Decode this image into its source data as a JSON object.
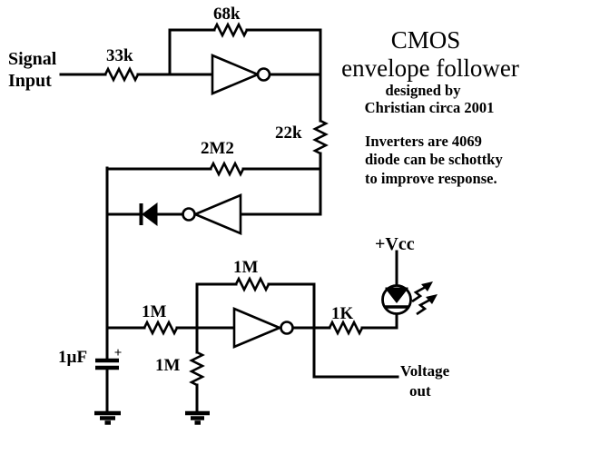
{
  "page": {
    "background": "#ffffff",
    "ink": "#000000"
  },
  "title": {
    "line1": "CMOS",
    "line2": "envelope follower",
    "byline1": "designed by",
    "byline2": "Christian circa 2001"
  },
  "notes": {
    "line1": "Inverters are 4069",
    "line2": "diode can be schottky",
    "line3": "to improve response."
  },
  "labels": {
    "signal1": "Signal",
    "signal2": "Input",
    "r33k": "33k",
    "r68k": "68k",
    "r22k": "22k",
    "r2m2": "2M2",
    "r1m_feedback": "1M",
    "r1m_series": "1M",
    "r1m_shunt": "1M",
    "r1k": "1K",
    "cap_value": "1µF",
    "cap_plus": "+",
    "vcc": "+Vcc",
    "vout1": "Voltage",
    "vout2": "out"
  }
}
